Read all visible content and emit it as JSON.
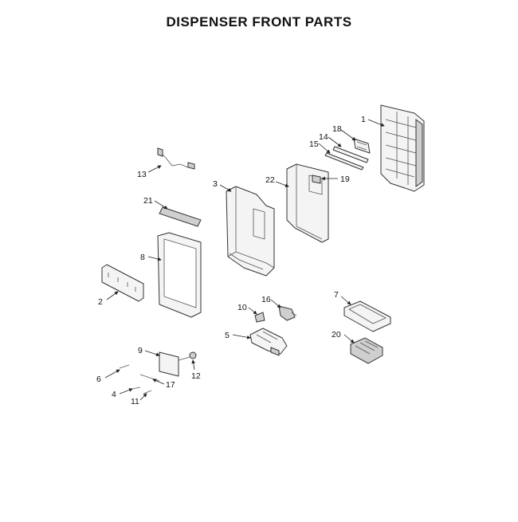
{
  "title": "DISPENSER FRONT PARTS",
  "callouts": {
    "c1": "1",
    "c2": "2",
    "c3": "3",
    "c4": "4",
    "c5": "5",
    "c6": "6",
    "c7": "7",
    "c8": "8",
    "c9": "9",
    "c10": "10",
    "c11": "11",
    "c12": "12",
    "c13": "13",
    "c14": "14",
    "c15": "15",
    "c16": "16",
    "c17": "17",
    "c18": "18",
    "c19": "19",
    "c20": "20",
    "c21": "21",
    "c22": "22"
  }
}
